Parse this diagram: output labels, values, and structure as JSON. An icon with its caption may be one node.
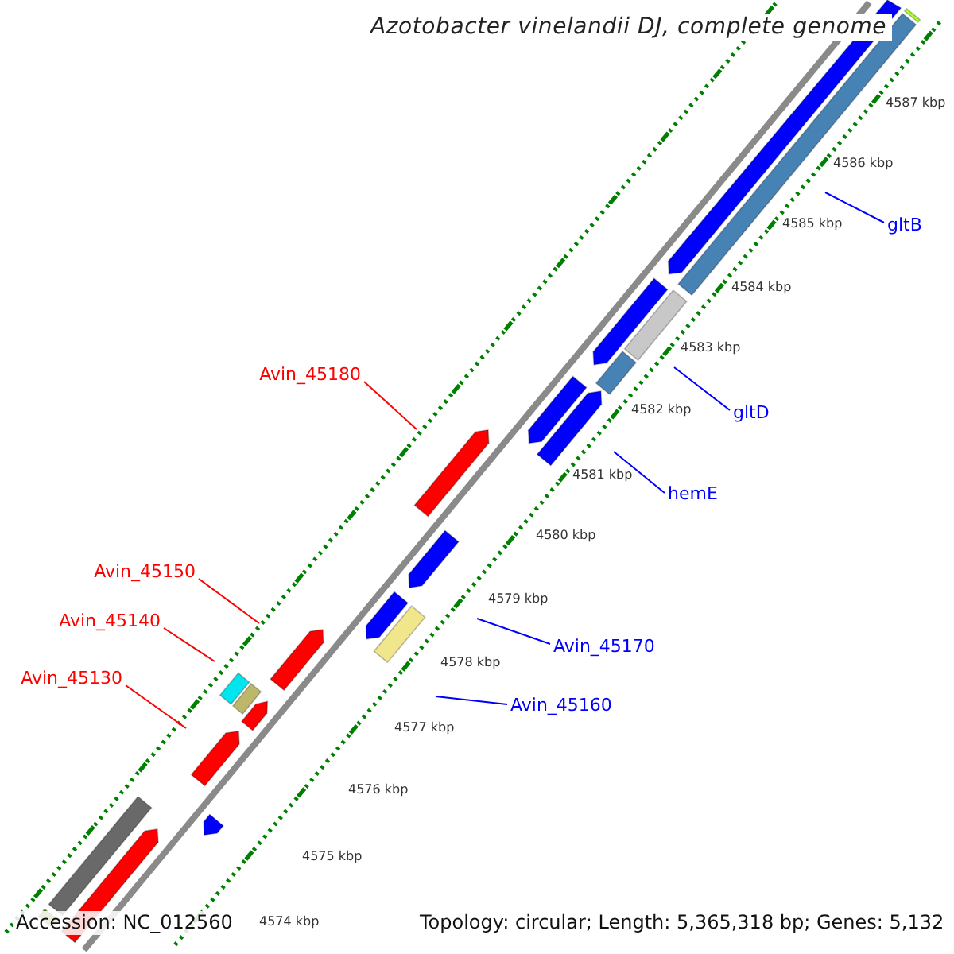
{
  "diagram": {
    "title": "Azotobacter vinelandii DJ, complete genome",
    "nodes": [
      {
        "text": [
          "gltB"
        ]
      },
      {
        "text": [
          "Avin_45180"
        ]
      },
      {
        "text": [
          "gltD"
        ]
      },
      {
        "text": [
          "hemE"
        ]
      },
      {
        "text": [
          "Avin_45150"
        ]
      },
      {
        "text": [
          "Avin_45140"
        ]
      },
      {
        "text": [
          "Avin_45170"
        ]
      },
      {
        "text": [
          "Avin_45130"
        ]
      },
      {
        "text": [
          "Avin_45160"
        ]
      }
    ],
    "edges": [
      {
        "from": 0,
        "to": null,
        "arrow": "none"
      },
      {
        "from": 1,
        "to": null,
        "arrow": "none",
        "color": "#ff0000"
      },
      {
        "from": 2,
        "to": null,
        "arrow": "none"
      },
      {
        "from": 3,
        "to": null,
        "arrow": "none"
      },
      {
        "from": 4,
        "to": null,
        "arrow": "none",
        "color": "#ff0000"
      },
      {
        "from": 5,
        "to": null,
        "arrow": "none",
        "color": "#ff0000"
      },
      {
        "from": 6,
        "to": null,
        "arrow": "none"
      },
      {
        "from": 7,
        "to": null,
        "arrow": "none",
        "color": "#ff0000"
      },
      {
        "from": 8,
        "to": null,
        "arrow": "none"
      }
    ],
    "labels": [
      "4587 kbp",
      "4586 kbp",
      "4585 kbp",
      "4584 kbp",
      "4583 kbp",
      "4582 kbp",
      "4581 kbp",
      "4580 kbp",
      "4579 kbp",
      "4578 kbp",
      "4577 kbp",
      "4576 kbp",
      "4575 kbp",
      "4574 kbp",
      "Accession: NC_012560",
      "Topology: circular; Length: 5,365,318 bp; Genes: 5,132"
    ]
  }
}
